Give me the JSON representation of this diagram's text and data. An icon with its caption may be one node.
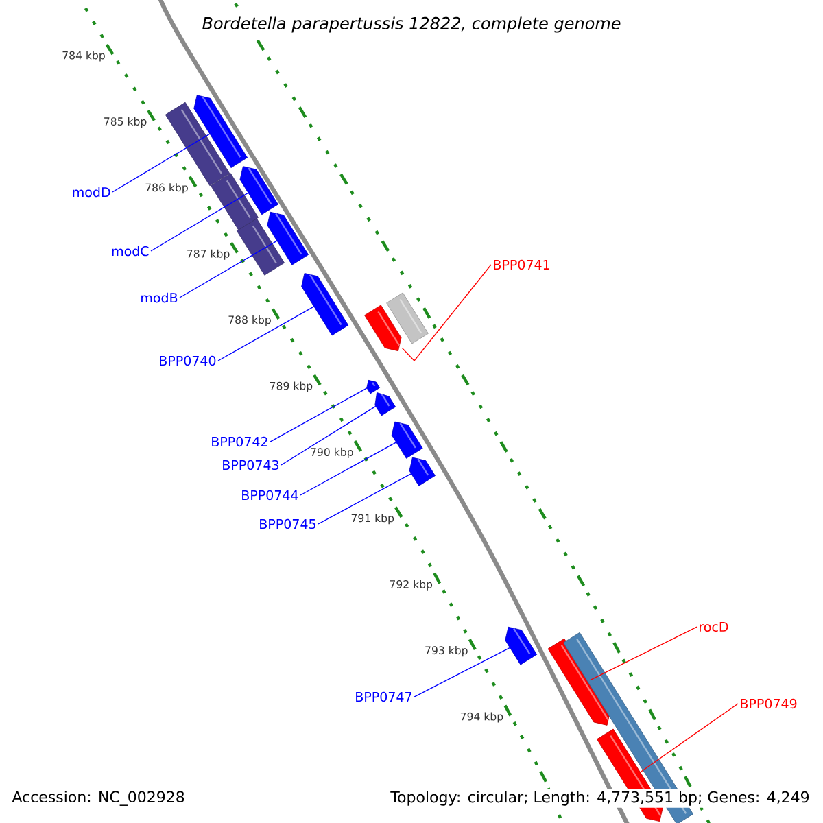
{
  "diagram": {
    "title": "Bordetella parapertussis 12822, complete genome",
    "nodes": [
      {
        "text": [
          "modD"
        ]
      },
      {
        "text": [],
        "shape": "arrow"
      },
      {
        "text": [
          "modC"
        ]
      },
      {
        "text": [],
        "shape": "arrow"
      },
      {
        "text": [
          "modB"
        ]
      },
      {
        "text": [],
        "shape": "arrow"
      },
      {
        "text": [
          "BPP0740"
        ]
      },
      {
        "text": [],
        "shape": "arrow"
      },
      {
        "text": [
          "BPP0742"
        ]
      },
      {
        "text": [],
        "shape": "arrow"
      },
      {
        "text": [
          "BPP0743"
        ]
      },
      {
        "text": [],
        "shape": "arrow"
      },
      {
        "text": [
          "BPP0744"
        ]
      },
      {
        "text": [],
        "shape": "arrow"
      },
      {
        "text": [
          "BPP0745"
        ]
      },
      {
        "text": [],
        "shape": "arrow"
      },
      {
        "text": [
          "BPP0747"
        ]
      },
      {
        "text": [],
        "shape": "arrow"
      },
      {
        "text": [
          "BPP0741"
        ]
      },
      {
        "text": [],
        "shape": "arrow"
      },
      {
        "text": [
          "rocD"
        ]
      },
      {
        "text": [],
        "shape": "arrow"
      },
      {
        "text": [
          "BPP0749"
        ]
      },
      {
        "text": [],
        "shape": "arrow"
      },
      {
        "text": [],
        "shape": "box"
      },
      {
        "text": [],
        "shape": "box"
      },
      {
        "text": [],
        "shape": "box"
      },
      {
        "text": [],
        "shape": "box"
      },
      {
        "text": [],
        "shape": "box"
      }
    ],
    "edges": [
      {
        "from": 0,
        "to": 1,
        "arrow": "none"
      },
      {
        "from": 2,
        "to": 3,
        "arrow": "none"
      },
      {
        "from": 4,
        "to": 5,
        "arrow": "none"
      },
      {
        "from": 6,
        "to": 7,
        "arrow": "none"
      },
      {
        "from": 8,
        "to": 9,
        "arrow": "none"
      },
      {
        "from": 10,
        "to": 11,
        "arrow": "none"
      },
      {
        "from": 12,
        "to": 13,
        "arrow": "none"
      },
      {
        "from": 14,
        "to": 15,
        "arrow": "none"
      },
      {
        "from": 16,
        "to": 17,
        "arrow": "none"
      },
      {
        "from": 18,
        "to": 19,
        "arrow": "none",
        "color": "#ff0000"
      },
      {
        "from": 20,
        "to": 21,
        "arrow": "none",
        "color": "#ff0000"
      },
      {
        "from": 22,
        "to": 23,
        "arrow": "none",
        "color": "#ff0000"
      }
    ],
    "labels": [
      "784 kbp",
      "785 kbp",
      "786 kbp",
      "787 kbp",
      "788 kbp",
      "789 kbp",
      "790 kbp",
      "791 kbp",
      "792 kbp",
      "793 kbp",
      "794 kbp",
      "Accession: NC_002928",
      "Topology: circular; Length: 4,773,551 bp; Genes: 4,249"
    ]
  }
}
